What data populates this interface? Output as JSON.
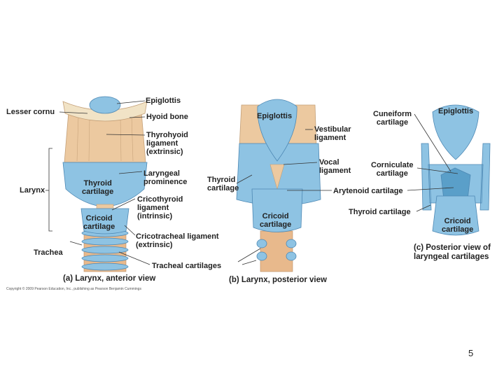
{
  "labels": {
    "a": {
      "epiglottis": "Epiglottis",
      "lesser_cornu": "Lesser cornu",
      "hyoid_bone": "Hyoid bone",
      "thyrohyoid": "Thyrohyoid\nligament\n(extrinsic)",
      "larynx": "Larynx",
      "thyroid_cartilage": "Thyroid\ncartilage",
      "laryngeal_prominence": "Laryngeal\nprominence",
      "cricothyroid": "Cricothyroid\nligament\n(intrinsic)",
      "cricoid_cartilage": "Cricoid\ncartilage",
      "cricotracheal": "Cricotracheal ligament\n(extrinsic)",
      "trachea": "Trachea",
      "tracheal_cartilages": "Tracheal cartilages"
    },
    "b": {
      "epiglottis": "Epiglottis",
      "vestibular": "Vestibular\nligament",
      "thyroid_cartilage": "Thyroid\ncartilage",
      "vocal": "Vocal\nligament",
      "cricoid_cartilage": "Cricoid\ncartilage"
    },
    "c": {
      "cuneiform": "Cuneiform\ncartilage",
      "epiglottis": "Epiglottis",
      "corniculate": "Corniculate\ncartilage",
      "arytenoid": "Arytenoid cartilage",
      "thyroid_cartilage": "Thyroid cartilage",
      "cricoid_cartilage": "Cricoid\ncartilage"
    }
  },
  "captions": {
    "a": "(a) Larynx, anterior view",
    "b": "(b) Larynx, posterior view",
    "c": "(c) Posterior view of\nlaryngeal cartilages"
  },
  "copyright": "Copyright © 2009 Pearson Education, Inc., publishing as Pearson Benjamin Cummings",
  "page_number": "5",
  "colors": {
    "cartilage": "#8ec3e3",
    "cartilage_dark": "#5a9fc9",
    "ligament": "#ecc9a0",
    "bone": "#f1e3c6",
    "outline": "#4d88b4",
    "leader": "#333333"
  }
}
